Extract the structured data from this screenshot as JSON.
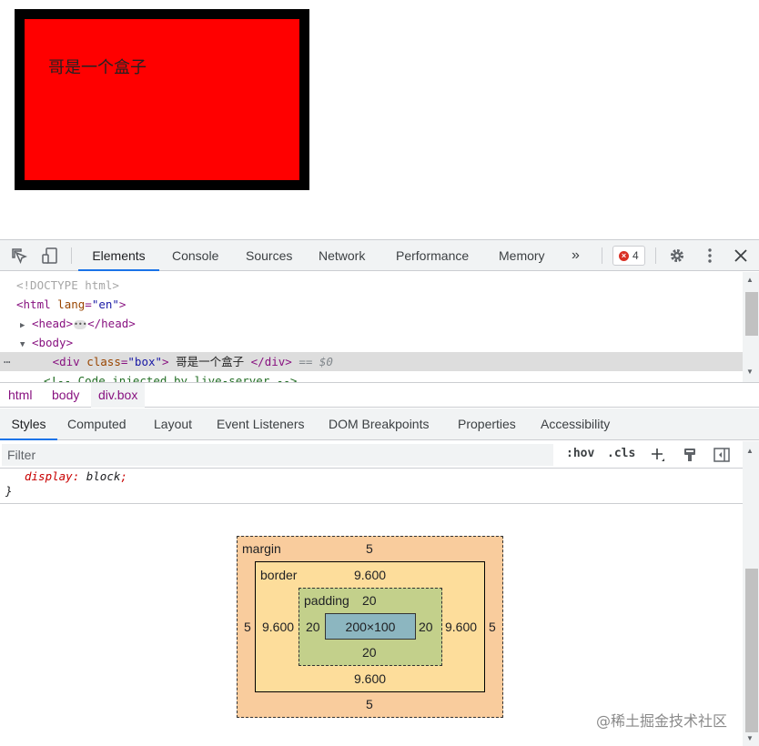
{
  "page": {
    "box_text": "哥是一个盒子"
  },
  "devtools": {
    "tabs": [
      {
        "label": "Elements",
        "active": true
      },
      {
        "label": "Console"
      },
      {
        "label": "Sources"
      },
      {
        "label": "Network"
      },
      {
        "label": "Performance"
      },
      {
        "label": "Memory"
      }
    ],
    "more_tabs": "»",
    "error_count": "4",
    "icons": [
      "inspect-element-icon",
      "device-toggle-icon",
      "gear-icon",
      "kebab-menu-icon",
      "close-icon"
    ],
    "dom": {
      "doctype": "<!DOCTYPE html>",
      "html_open": "<html",
      "html_attr": "lang",
      "html_val": "\"en\"",
      "html_close": ">",
      "head_open": "<head>",
      "head_close": "</head>",
      "body_open": "<body>",
      "sel_open": "<div",
      "sel_attr": "class",
      "sel_val": "\"box\"",
      "sel_gt": ">",
      "sel_text": " 哥是一个盒子 ",
      "sel_close": "</div>",
      "sel_ref": "== $0",
      "comment": "<!-- Code injected by live-server -->"
    },
    "breadcrumb": [
      "html",
      "body",
      "div.box"
    ],
    "sub_tabs": [
      {
        "label": "Styles",
        "active": true
      },
      {
        "label": "Computed"
      },
      {
        "label": "Layout"
      },
      {
        "label": "Event Listeners"
      },
      {
        "label": "DOM Breakpoints"
      },
      {
        "label": "Properties"
      },
      {
        "label": "Accessibility"
      }
    ],
    "filter": {
      "placeholder": "Filter",
      "hov": ":hov",
      "cls": ".cls"
    },
    "css_rule": {
      "property": "display",
      "value": "block",
      "close_brace": "}"
    },
    "box_model": {
      "margin_label": "margin",
      "margin_top": "5",
      "margin_bottom": "5",
      "margin_left": "5",
      "margin_right": "5",
      "border_label": "border",
      "border_top": "9.600",
      "border_bottom": "9.600",
      "border_left": "9.600",
      "border_right": "9.600",
      "padding_label": "padding",
      "padding_top": "20",
      "padding_bottom": "20",
      "padding_left": "20",
      "padding_right": "20",
      "content_size": "200×100"
    },
    "colors": {
      "margin": "#f9cc9d",
      "border": "#fddd9b",
      "padding": "#c3d08b",
      "content": "#8cb6c0",
      "accent": "#1a73e8"
    }
  },
  "watermark": "@稀土掘金技术社区"
}
